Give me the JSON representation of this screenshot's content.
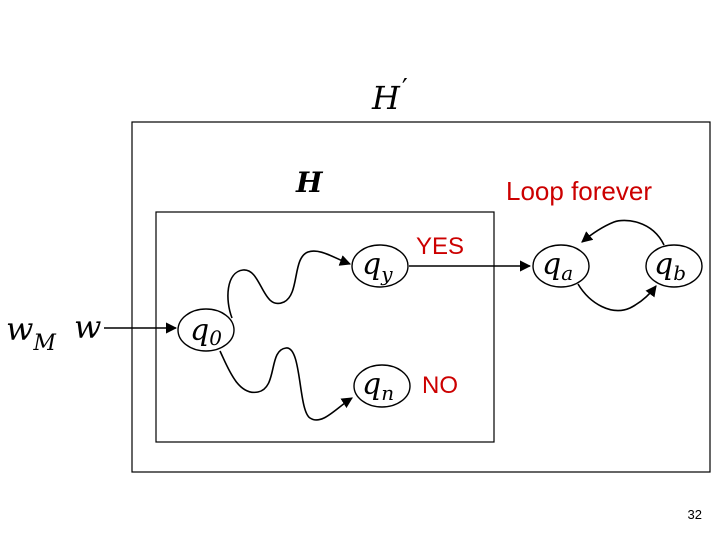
{
  "outer_machine": {
    "label": "H",
    "prime": "′"
  },
  "inner_machine": {
    "label": "H"
  },
  "input": {
    "encoding_base": "w",
    "encoding_sub": "M",
    "word": "w"
  },
  "states": {
    "q0": {
      "base": "q",
      "sub": "0"
    },
    "qy": {
      "base": "q",
      "sub": "y"
    },
    "qn": {
      "base": "q",
      "sub": "n"
    },
    "qa": {
      "base": "q",
      "sub": "a"
    },
    "qb": {
      "base": "q",
      "sub": "b"
    }
  },
  "labels": {
    "yes": "YES",
    "no": "NO",
    "loop": "Loop forever"
  },
  "colors": {
    "accent": "#cc0000",
    "stroke": "#000000"
  },
  "slide_number": "32"
}
